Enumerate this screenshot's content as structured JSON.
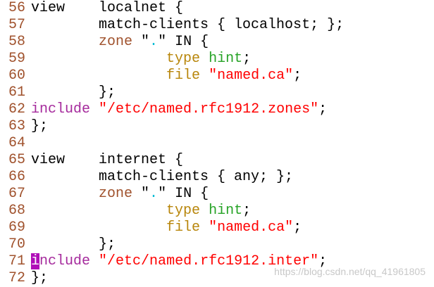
{
  "colors": {
    "background": "#ffffff",
    "line_number": "#a0522d",
    "plain": "#000000",
    "keyword_include": "#a52a9c",
    "zone_keyword": "#a0522d",
    "type_file_keyword": "#b8860b",
    "value_hint": "#27a327",
    "string": "#ff0000",
    "dot": "#00bcd4",
    "cursor": "#b00fb8"
  },
  "lines": [
    {
      "num": "56",
      "tokens": [
        {
          "t": "plain",
          "v": "view    localnet {"
        }
      ]
    },
    {
      "num": "57",
      "tokens": [
        {
          "t": "plain",
          "v": "        match-clients { localhost; };"
        }
      ]
    },
    {
      "num": "58",
      "tokens": [
        {
          "t": "plain",
          "v": "        "
        },
        {
          "t": "prop",
          "v": "zone"
        },
        {
          "t": "plain",
          "v": " \""
        },
        {
          "t": "dot",
          "v": "."
        },
        {
          "t": "plain",
          "v": "\" IN {"
        }
      ]
    },
    {
      "num": "59",
      "tokens": [
        {
          "t": "plain",
          "v": "                "
        },
        {
          "t": "typekw",
          "v": "type"
        },
        {
          "t": "plain",
          "v": " "
        },
        {
          "t": "value",
          "v": "hint"
        },
        {
          "t": "plain",
          "v": ";"
        }
      ]
    },
    {
      "num": "60",
      "tokens": [
        {
          "t": "plain",
          "v": "                "
        },
        {
          "t": "typekw",
          "v": "file"
        },
        {
          "t": "plain",
          "v": " "
        },
        {
          "t": "string",
          "v": "\"named.ca\""
        },
        {
          "t": "plain",
          "v": ";"
        }
      ]
    },
    {
      "num": "61",
      "tokens": [
        {
          "t": "plain",
          "v": "        };"
        }
      ]
    },
    {
      "num": "62",
      "tokens": [
        {
          "t": "keyword",
          "v": "include"
        },
        {
          "t": "plain",
          "v": " "
        },
        {
          "t": "string",
          "v": "\"/etc/named.rfc1912.zones\""
        },
        {
          "t": "plain",
          "v": ";"
        }
      ]
    },
    {
      "num": "63",
      "tokens": [
        {
          "t": "plain",
          "v": "};"
        }
      ]
    },
    {
      "num": "64",
      "tokens": []
    },
    {
      "num": "65",
      "tokens": [
        {
          "t": "plain",
          "v": "view    internet {"
        }
      ]
    },
    {
      "num": "66",
      "tokens": [
        {
          "t": "plain",
          "v": "        match-clients { any; };"
        }
      ]
    },
    {
      "num": "67",
      "tokens": [
        {
          "t": "plain",
          "v": "        "
        },
        {
          "t": "prop",
          "v": "zone"
        },
        {
          "t": "plain",
          "v": " \""
        },
        {
          "t": "dot",
          "v": "."
        },
        {
          "t": "plain",
          "v": "\" IN {"
        }
      ]
    },
    {
      "num": "68",
      "tokens": [
        {
          "t": "plain",
          "v": "                "
        },
        {
          "t": "typekw",
          "v": "type"
        },
        {
          "t": "plain",
          "v": " "
        },
        {
          "t": "value",
          "v": "hint"
        },
        {
          "t": "plain",
          "v": ";"
        }
      ]
    },
    {
      "num": "69",
      "tokens": [
        {
          "t": "plain",
          "v": "                "
        },
        {
          "t": "typekw",
          "v": "file"
        },
        {
          "t": "plain",
          "v": " "
        },
        {
          "t": "string",
          "v": "\"named.ca\""
        },
        {
          "t": "plain",
          "v": ";"
        }
      ]
    },
    {
      "num": "70",
      "tokens": [
        {
          "t": "plain",
          "v": "        };"
        }
      ]
    },
    {
      "num": "71",
      "tokens": [
        {
          "t": "cursor",
          "v": "i"
        },
        {
          "t": "keyword",
          "v": "nclude"
        },
        {
          "t": "plain",
          "v": " "
        },
        {
          "t": "string",
          "v": "\"/etc/named.rfc1912.inter\""
        },
        {
          "t": "plain",
          "v": ";"
        }
      ]
    },
    {
      "num": "72",
      "tokens": [
        {
          "t": "plain",
          "v": "};"
        }
      ]
    }
  ],
  "watermark": "https://blog.csdn.net/qq_41961805"
}
